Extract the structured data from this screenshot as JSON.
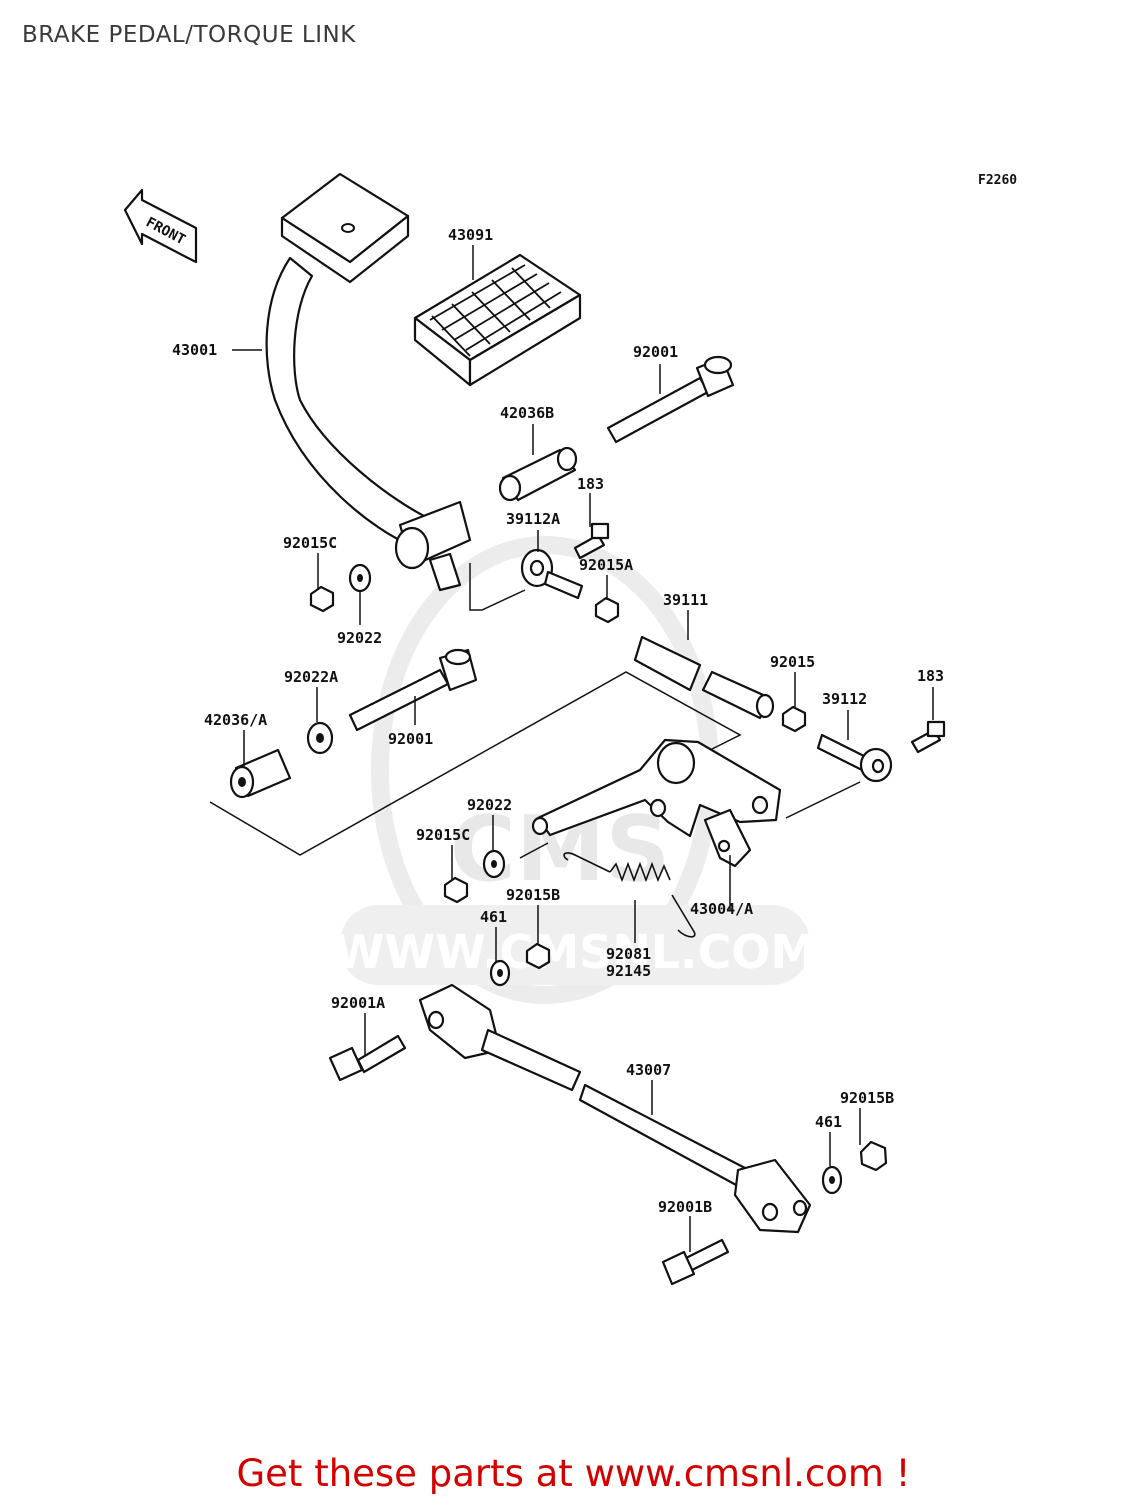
{
  "title": "BRAKE PEDAL/TORQUE LINK",
  "figure_code": "F2260",
  "front_marker": "FRONT",
  "watermark": {
    "brand": "CMS",
    "url": "WWW.CMSNL.COM"
  },
  "labels": {
    "l43091": "43091",
    "l43001": "43001",
    "l92001_top": "92001",
    "l42036B": "42036B",
    "l183_top": "183",
    "l39112A": "39112A",
    "l92015C_top": "92015C",
    "l92015A": "92015A",
    "l92022_top": "92022",
    "l39111": "39111",
    "l92022A": "92022A",
    "l92015": "92015",
    "l183_right": "183",
    "l39112": "39112",
    "l42036A": "42036/A",
    "l92001_mid": "92001",
    "l92022_mid": "92022",
    "l92015C_mid": "92015C",
    "l92015B_mid": "92015B",
    "l43004A": "43004/A",
    "l461_mid": "461",
    "l92081": "92081",
    "l92145": "92145",
    "l92001A": "92001A",
    "l43007": "43007",
    "l92015B_bot": "92015B",
    "l461_bot": "461",
    "l92001B": "92001B"
  },
  "footer": "Get these parts at www.cmsnl.com !"
}
